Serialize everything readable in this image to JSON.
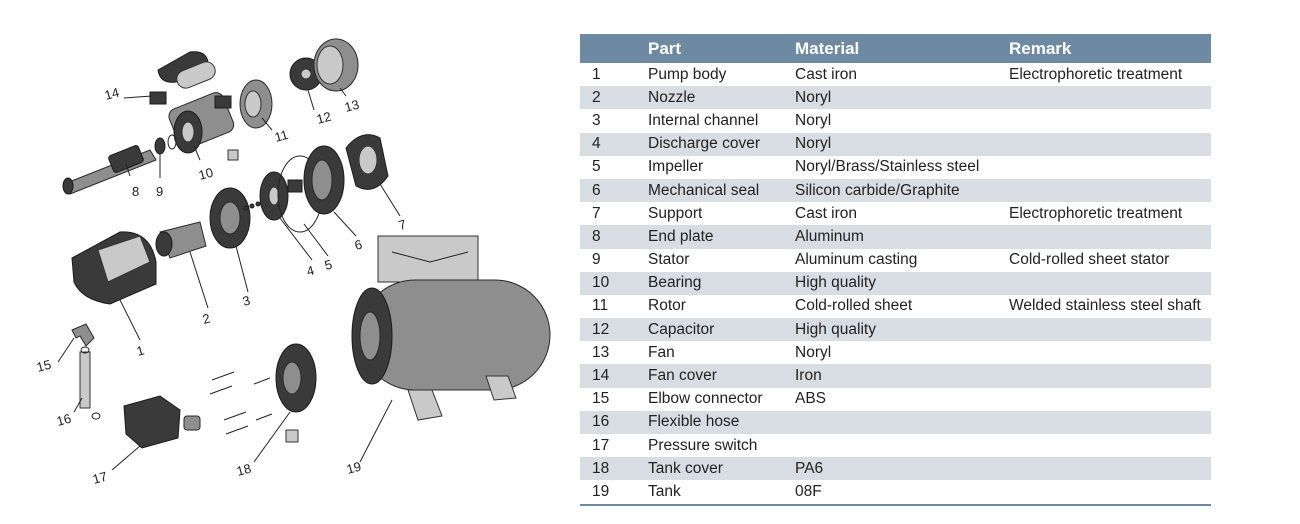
{
  "table": {
    "headers": [
      "",
      "Part",
      "Material",
      "Remark"
    ],
    "rows": [
      {
        "no": "1",
        "part": "Pump body",
        "material": "Cast iron",
        "remark": "Electrophoretic treatment"
      },
      {
        "no": "2",
        "part": "Nozzle",
        "material": "Noryl",
        "remark": ""
      },
      {
        "no": "3",
        "part": "Internal channel",
        "material": "Noryl",
        "remark": ""
      },
      {
        "no": "4",
        "part": "Discharge cover",
        "material": "Noryl",
        "remark": ""
      },
      {
        "no": "5",
        "part": "Impeller",
        "material": "Noryl/Brass/Stainless steel",
        "remark": ""
      },
      {
        "no": "6",
        "part": "Mechanical seal",
        "material": "Silicon carbide/Graphite",
        "remark": ""
      },
      {
        "no": "7",
        "part": "Support",
        "material": "Cast iron",
        "remark": "Electrophoretic treatment"
      },
      {
        "no": "8",
        "part": "End plate",
        "material": "Aluminum",
        "remark": ""
      },
      {
        "no": "9",
        "part": "Stator",
        "material": "Aluminum casting",
        "remark": "Cold-rolled sheet stator"
      },
      {
        "no": "10",
        "part": "Bearing",
        "material": "High quality",
        "remark": ""
      },
      {
        "no": "11",
        "part": "Rotor",
        "material": "Cold-rolled sheet",
        "remark": "Welded stainless steel shaft"
      },
      {
        "no": "12",
        "part": "Capacitor",
        "material": "High quality",
        "remark": ""
      },
      {
        "no": "13",
        "part": "Fan",
        "material": "Noryl",
        "remark": ""
      },
      {
        "no": "14",
        "part": "Fan cover",
        "material": "Iron",
        "remark": ""
      },
      {
        "no": "15",
        "part": "Elbow connector",
        "material": "ABS",
        "remark": ""
      },
      {
        "no": "16",
        "part": "Flexible hose",
        "material": "",
        "remark": ""
      },
      {
        "no": "17",
        "part": "Pressure switch",
        "material": "",
        "remark": ""
      },
      {
        "no": "18",
        "part": "Tank cover",
        "material": "PA6",
        "remark": ""
      },
      {
        "no": "19",
        "part": "Tank",
        "material": "08F",
        "remark": ""
      }
    ]
  },
  "diagram": {
    "callouts": [
      "1",
      "2",
      "3",
      "4",
      "5",
      "6",
      "7",
      "8",
      "9",
      "10",
      "11",
      "12",
      "13",
      "14",
      "15",
      "16",
      "17",
      "18",
      "19"
    ]
  },
  "colors": {
    "header_bg": "#6e8aa3",
    "stripe_bg": "#d7dde3"
  }
}
